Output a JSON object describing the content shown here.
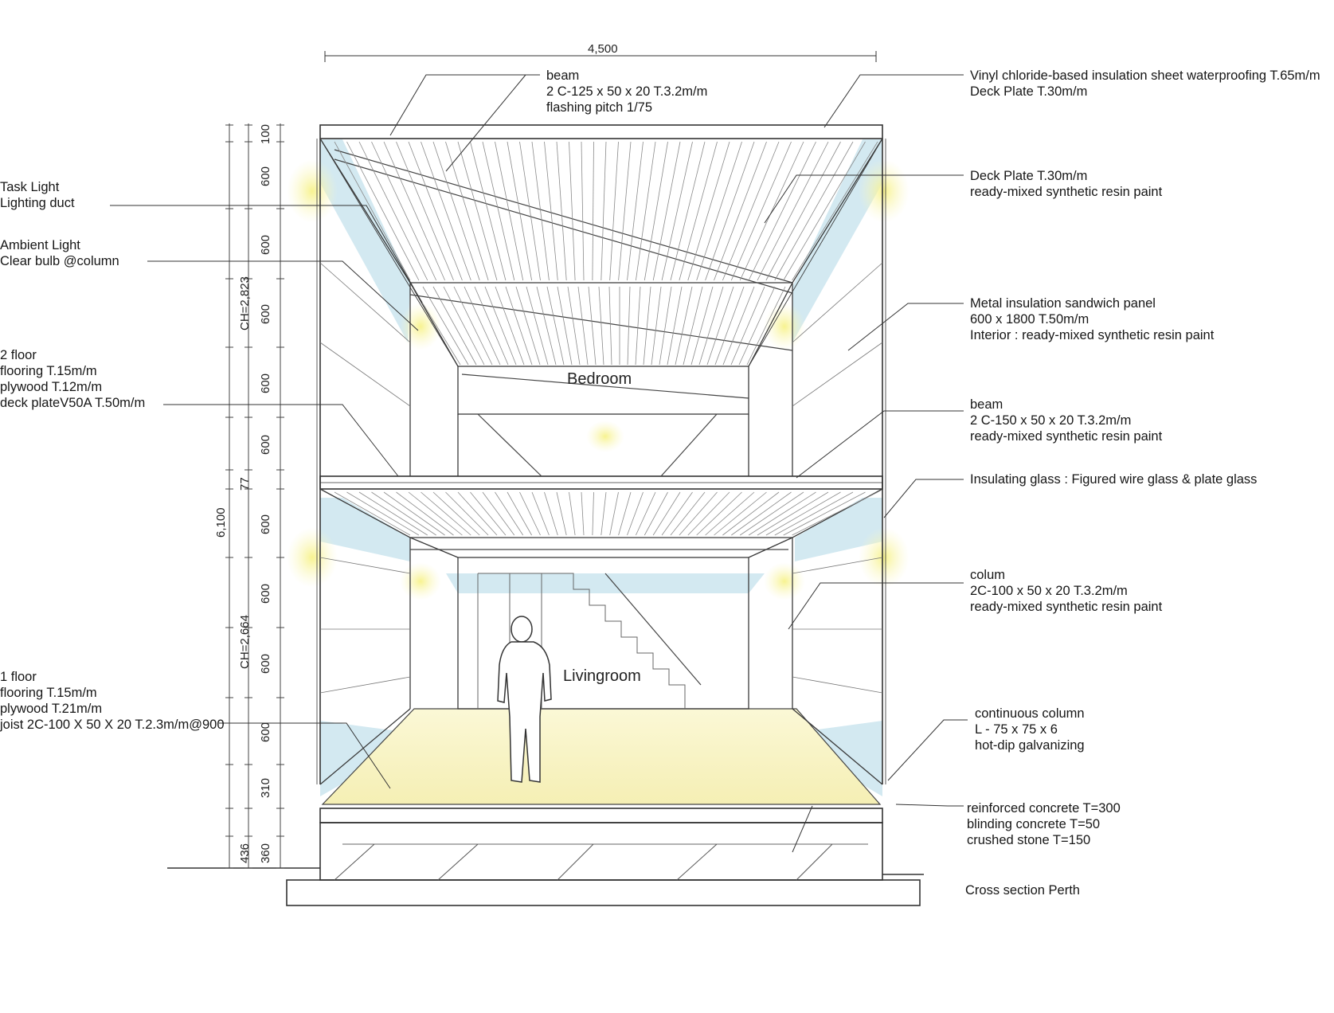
{
  "overall_width": "4,500",
  "overall_height": "6,100",
  "ceiling_upper": "CH=2,823",
  "ceiling_lower": "CH=2,664",
  "module_dims": [
    "100",
    "600",
    "600",
    "600",
    "600",
    "600",
    "77",
    "600",
    "600",
    "600",
    "600",
    "310",
    "360",
    "436"
  ],
  "rooms": {
    "upper": "Bedroom",
    "lower": "Livingroom"
  },
  "callouts_left": [
    {
      "id": "task-light",
      "lines": [
        "Task Light",
        "Lighting duct"
      ]
    },
    {
      "id": "ambient-light",
      "lines": [
        "Ambient Light",
        "Clear bulb @column"
      ]
    },
    {
      "id": "second-floor",
      "lines": [
        " 2  floor",
        "flooring T.15m/m",
        "plywood T.12m/m",
        "deck plateV50A T.50m/m"
      ]
    },
    {
      "id": "first-floor",
      "lines": [
        "1 floor",
        "flooring T.15m/m",
        "plywood T.21m/m",
        "joist 2C-100 X 50 X 20 T.2.3m/m@900"
      ]
    }
  ],
  "callouts_right": [
    {
      "id": "roof-beam",
      "lines": [
        "beam",
        " 2 C-125 x 50 x 20 T.3.2m/m",
        "flashing pitch 1/75"
      ]
    },
    {
      "id": "roof-waterproofing",
      "lines": [
        "Vinyl chloride-based insulation sheet waterproofing T.65m/m",
        "Deck Plate T.30m/m"
      ]
    },
    {
      "id": "ceiling-deck",
      "lines": [
        "Deck Plate T.30m/m",
        "ready-mixed synthetic resin paint"
      ]
    },
    {
      "id": "wall-panel",
      "lines": [
        "Metal insulation sandwich panel",
        "600 x 1800 T.50m/m",
        "Interior : ready-mixed synthetic resin paint"
      ]
    },
    {
      "id": "floor-beam",
      "lines": [
        "beam",
        " 2 C-150 x 50 x 20 T.3.2m/m",
        "ready-mixed synthetic resin paint"
      ]
    },
    {
      "id": "insulating-glass",
      "lines": [
        "Insulating glass : Figured wire glass & plate glass"
      ]
    },
    {
      "id": "column",
      "lines": [
        "colum",
        "2C-100 x 50 x 20 T.3.2m/m",
        "ready-mixed synthetic resin paint"
      ]
    },
    {
      "id": "continuous-column",
      "lines": [
        "continuous column",
        "L - 75 x 75 x 6",
        "hot-dip galvanizing"
      ]
    },
    {
      "id": "foundation",
      "lines": [
        "reinforced concrete T=300",
        "blinding concrete T=50",
        "crushed stone T=150"
      ]
    },
    {
      "id": "title",
      "lines": [
        "Cross section Perth"
      ]
    }
  ],
  "colors": {
    "glow": "#f3f0a8",
    "glass": "#cfe6ef",
    "floor": "#f7f4c6",
    "line": "#333333"
  }
}
